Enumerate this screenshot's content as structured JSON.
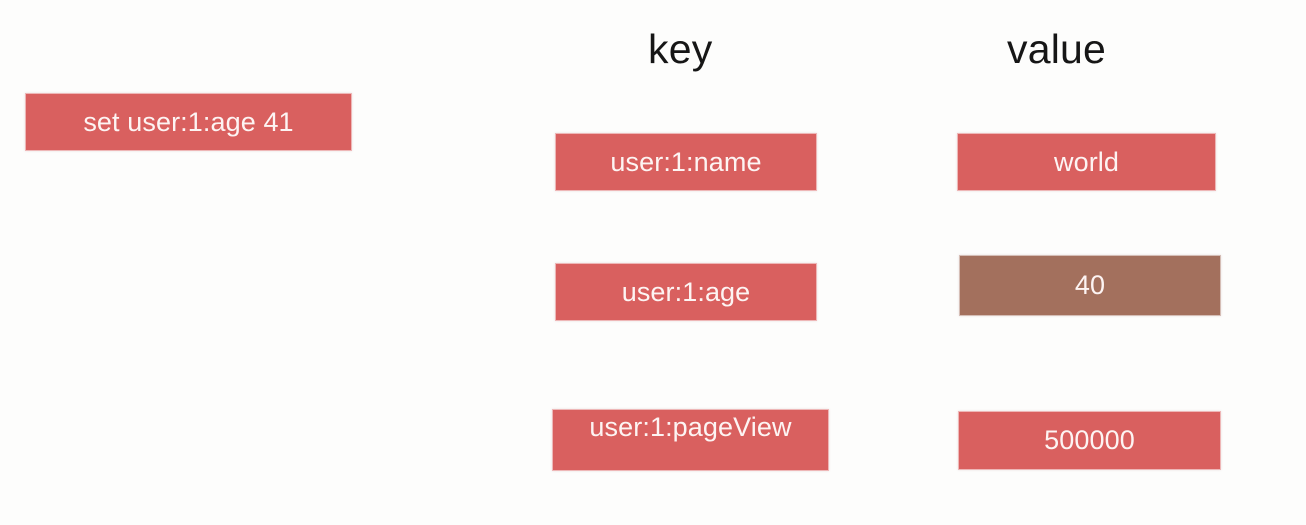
{
  "palette": {
    "background": "#fdfdfc",
    "box_red": "#d9605f",
    "box_brown": "#a3705d",
    "text_on_box": "#fdf4f3",
    "header_text": "#161616"
  },
  "command": {
    "label": "set user:1:age 41"
  },
  "table": {
    "headers": {
      "key": "key",
      "value": "value"
    },
    "rows": [
      {
        "key": "user:1:name",
        "value": "world",
        "key_color": "#d9605f",
        "value_color": "#d9605f"
      },
      {
        "key": "user:1:age",
        "value": "40",
        "key_color": "#d9605f",
        "value_color": "#a3705d"
      },
      {
        "key": "user:1:pageView",
        "value": "500000",
        "key_color": "#d9605f",
        "value_color": "#d9605f"
      }
    ]
  }
}
